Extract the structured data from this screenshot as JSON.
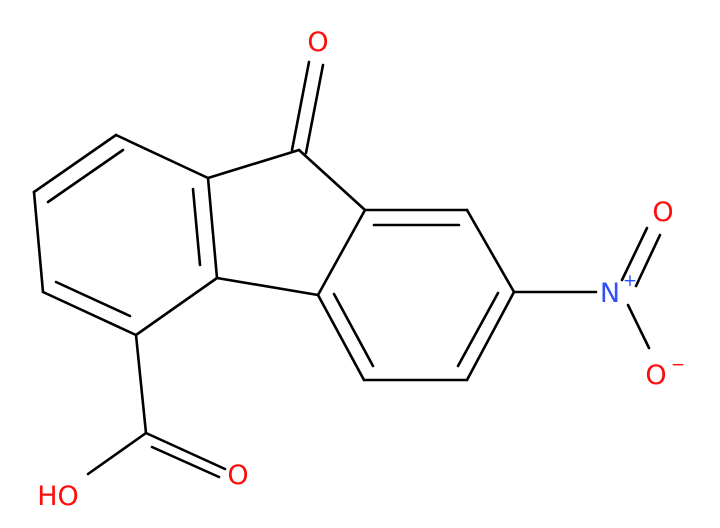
{
  "molecule": {
    "atoms": [
      {
        "id": "o-ketone",
        "element": "O",
        "label": "O",
        "color": "#ff0d0d"
      },
      {
        "id": "n-nitro",
        "element": "N",
        "label": "N",
        "charge": "+",
        "color": "#3050f8"
      },
      {
        "id": "o-nitro-1",
        "element": "O",
        "label": "O",
        "color": "#ff0d0d"
      },
      {
        "id": "o-nitro-2",
        "element": "O",
        "label": "O",
        "charge": "−",
        "color": "#ff0d0d"
      },
      {
        "id": "o-carbonyl",
        "element": "O",
        "label": "O",
        "color": "#ff0d0d"
      },
      {
        "id": "oh-hydroxyl",
        "element": "O",
        "label": "HO",
        "color": "#ff0d0d"
      }
    ],
    "bond_color": "#000000"
  }
}
